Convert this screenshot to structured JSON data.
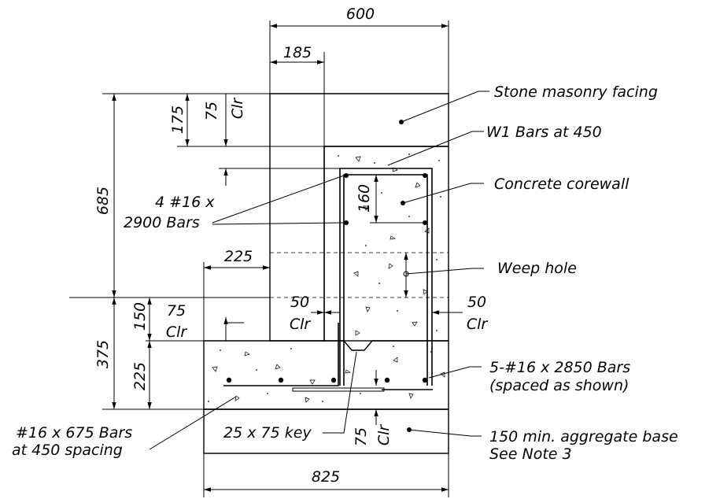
{
  "dimensions": {
    "top_width": "600",
    "facing_thickness": "185",
    "facing_height": "175",
    "clear_cover_top": "75",
    "clear_label": "Clr",
    "wall_height": "685",
    "rebar_spacing": "160",
    "heel_width": "225",
    "side_clear_left": "50",
    "side_clear_right": "50",
    "footing_total": "375",
    "footing_upper": "150",
    "footing_lower": "225",
    "footing_clear_top": "75",
    "base_clear": "75",
    "base_width": "825"
  },
  "callouts": {
    "stone_facing": "Stone masonry facing",
    "w1_bars": "W1 Bars at 450",
    "corewall": "Concrete corewall",
    "weep_hole": "Weep hole",
    "bars_5_line1": "5-#16 x 2850 Bars",
    "bars_5_line2": "(spaced as shown)",
    "base_line1": "150 min. aggregate base",
    "base_line2": "See Note 3",
    "bars_4_line1": "4 #16 x",
    "bars_4_line2": "2900 Bars",
    "bars_675_line1": "#16 x 675 Bars",
    "bars_675_line2": "at 450 spacing",
    "key": "25 x 75 key"
  }
}
